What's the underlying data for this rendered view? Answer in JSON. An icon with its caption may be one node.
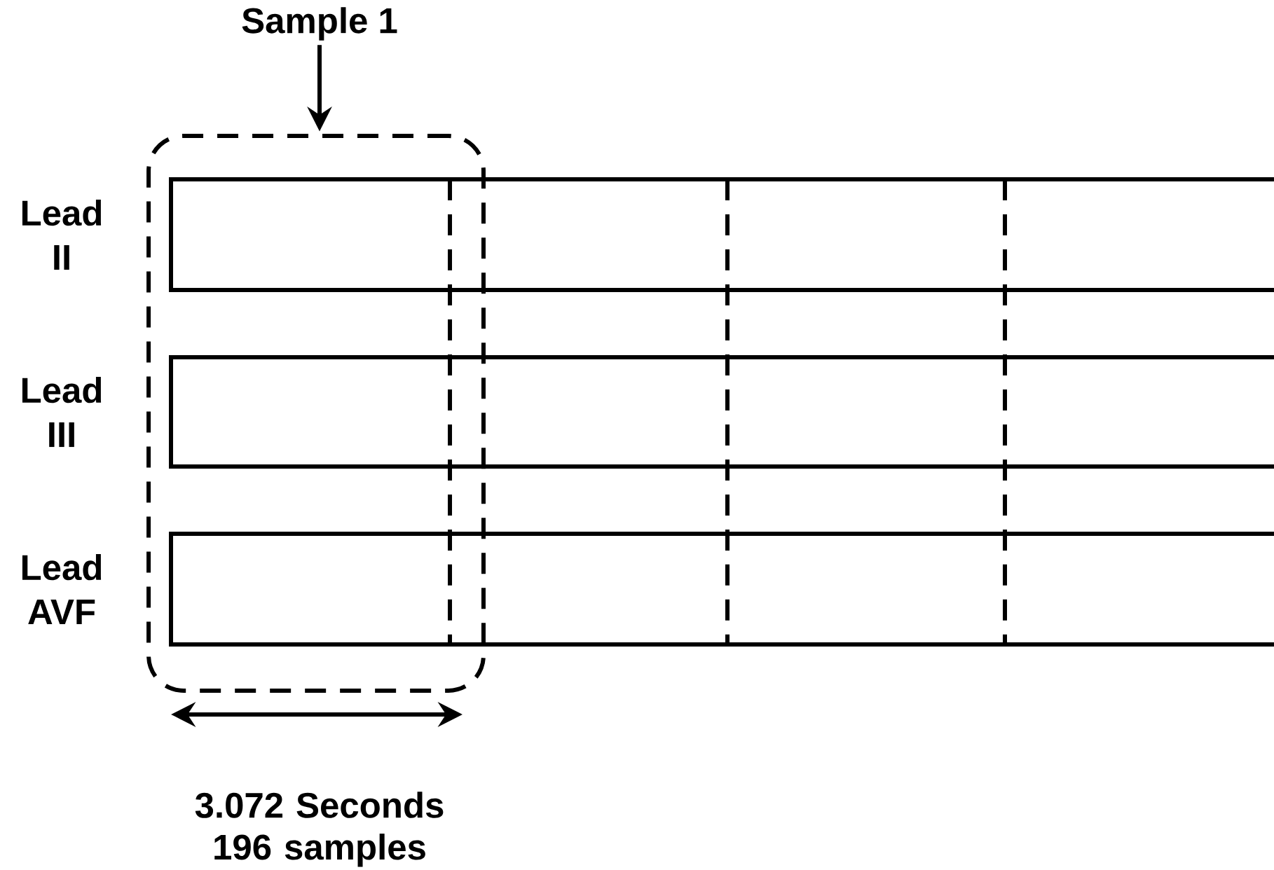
{
  "diagram": {
    "nodes": [
      {
        "text": [
          "Sample 1"
        ]
      },
      {
        "text": [],
        "shape": "box"
      },
      {
        "text": [],
        "shape": "bar",
        "beside": [
          "Lead II"
        ]
      },
      {
        "text": [],
        "shape": "bar",
        "beside": [
          "Lead III"
        ]
      },
      {
        "text": [],
        "shape": "bar",
        "beside": [
          "Lead AVF"
        ]
      }
    ],
    "edges": [
      {
        "from": 0,
        "to": 1,
        "arrow": "to"
      }
    ],
    "labels": [
      "3.072 Seconds 196 samples"
    ]
  }
}
